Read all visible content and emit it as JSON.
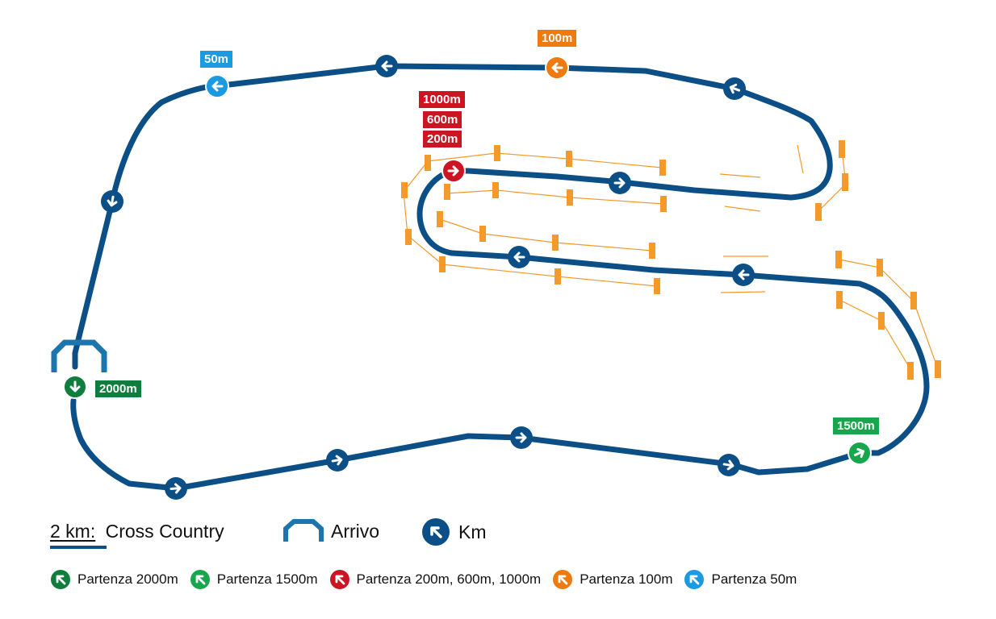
{
  "colors": {
    "track": "#0b4f86",
    "arch": "#1c75ad",
    "fence": "#f39a2b",
    "start_2000": "#0e7d3e",
    "start_1500": "#17a64b",
    "start_red": "#cc1422",
    "start_100": "#ee7a10",
    "start_50": "#1a9ae0"
  },
  "flags": {
    "f100": "100m",
    "f50": "50m",
    "f1000": "1000m",
    "f600": "600m",
    "f200": "200m",
    "f2000": "2000m",
    "f1500": "1500m"
  },
  "legend": {
    "distance": "2 km:",
    "course": "Cross Country",
    "arrivo": "Arrivo",
    "km": "Km",
    "starts": [
      {
        "label": "Partenza 2000m",
        "color": "#0e7d3e"
      },
      {
        "label": "Partenza 1500m",
        "color": "#17a64b"
      },
      {
        "label": "Partenza 200m, 600m, 1000m",
        "color": "#cc1422"
      },
      {
        "label": "Partenza 100m",
        "color": "#ee7a10"
      },
      {
        "label": "Partenza 50m",
        "color": "#1a9ae0"
      }
    ]
  },
  "icons": {
    "km_marker": "km-marker-icon",
    "start_marker": "start-marker-icon",
    "finish_arch": "finish-arch-icon"
  }
}
